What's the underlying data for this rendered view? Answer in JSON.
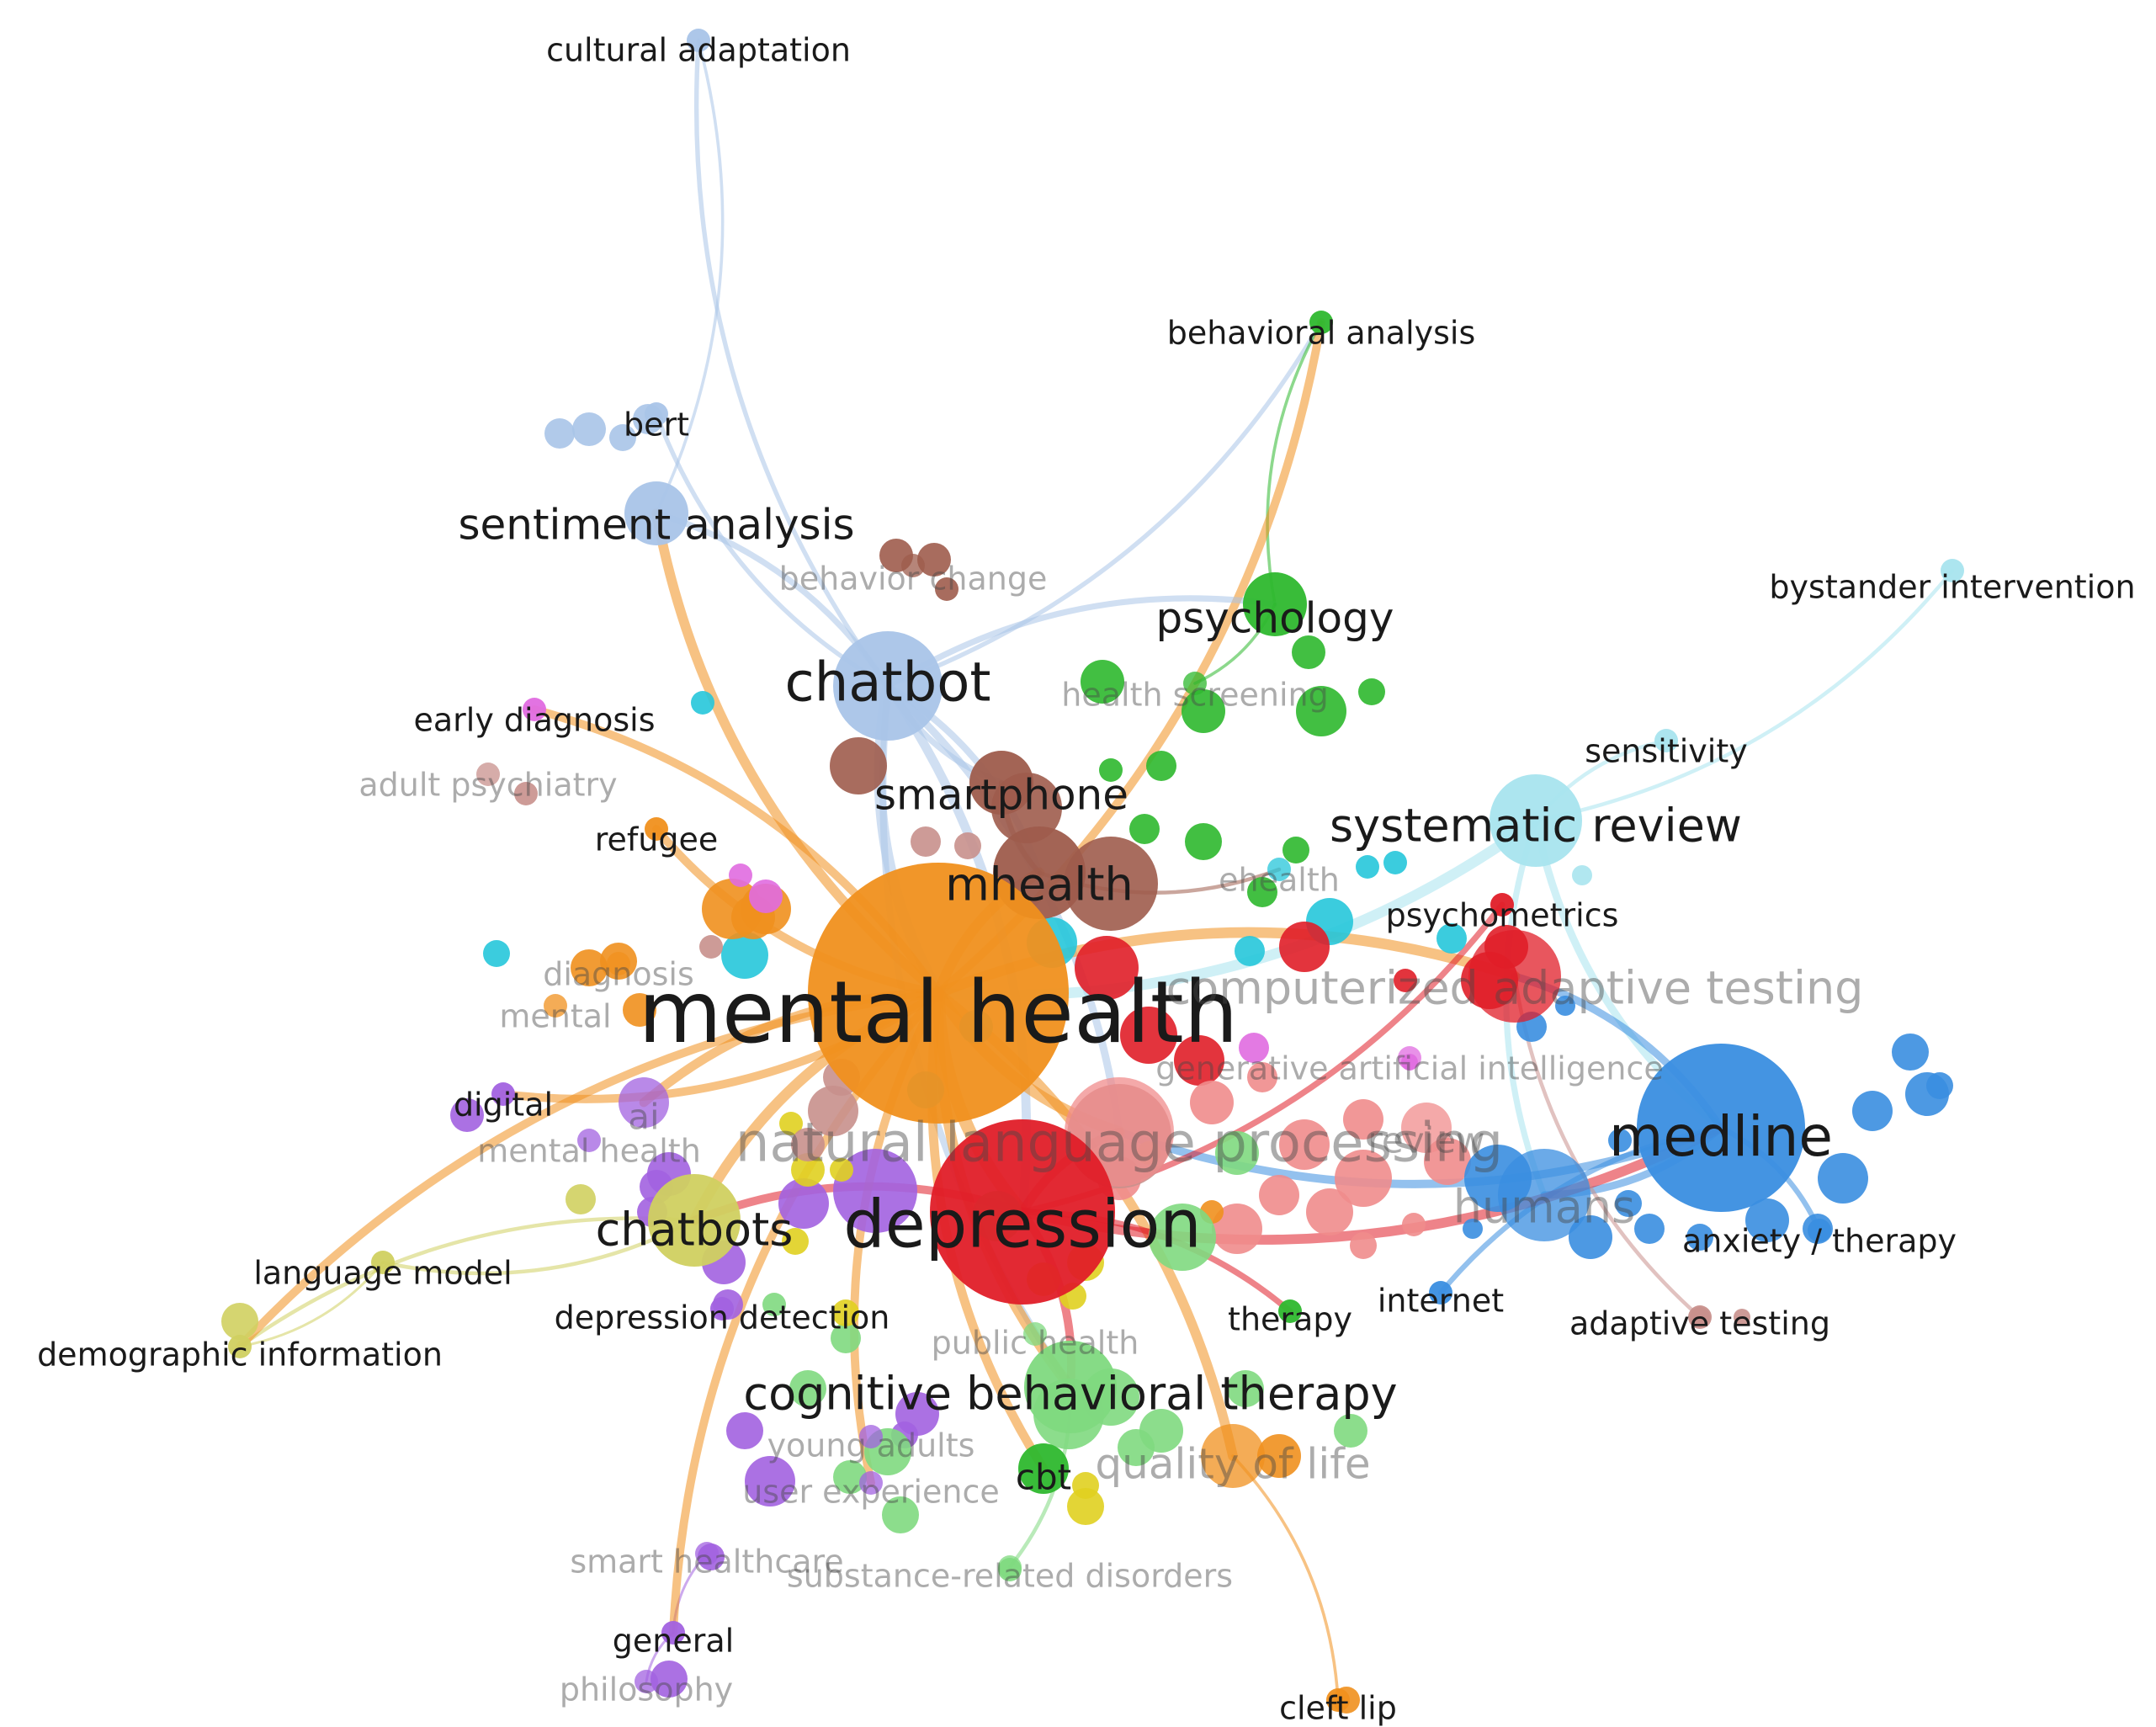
{
  "clusters": {
    "light-blue": "#a9c4e8",
    "green": "#2eb82e",
    "light-green": "#7fd97f",
    "brown": "#9e5c4c",
    "orange": "#f0901e",
    "red": "#e01e28",
    "pink": "#f08c8c",
    "cyan": "#26c6da",
    "light-cyan": "#a8e4ee",
    "blue": "#3a8ee0",
    "purple": "#a262e0",
    "yellow-green": "#d0d060",
    "yellow": "#e0d020",
    "magenta": "#e06ce0",
    "rose": "#c8908c"
  },
  "terms": [
    {
      "id": "cultural-adaptation",
      "label": "cultural adaptation",
      "cluster": "light-blue",
      "weight": 1,
      "faded": false
    },
    {
      "id": "behavioral-analysis",
      "label": "behavioral analysis",
      "cluster": "green",
      "weight": 1,
      "faded": false
    },
    {
      "id": "bert",
      "label": "bert",
      "cluster": "light-blue",
      "weight": 1,
      "faded": false
    },
    {
      "id": "sentiment-analysis",
      "label": "sentiment analysis",
      "cluster": "light-blue",
      "weight": 3,
      "faded": false
    },
    {
      "id": "behavior-change",
      "label": "behavior change",
      "cluster": "brown",
      "weight": 1,
      "faded": true
    },
    {
      "id": "psychology",
      "label": "psychology",
      "cluster": "green",
      "weight": 3,
      "faded": false
    },
    {
      "id": "bystander-intervention",
      "label": "bystander intervention",
      "cluster": "light-cyan",
      "weight": 1,
      "faded": false
    },
    {
      "id": "chatbot",
      "label": "chatbot",
      "cluster": "light-blue",
      "weight": 5,
      "faded": false
    },
    {
      "id": "health-screening",
      "label": "health screening",
      "cluster": "green",
      "weight": 1,
      "faded": true
    },
    {
      "id": "early-diagnosis",
      "label": "early diagnosis",
      "cluster": "magenta",
      "weight": 1,
      "faded": false
    },
    {
      "id": "sensitivity",
      "label": "sensitivity",
      "cluster": "light-cyan",
      "weight": 1,
      "faded": false
    },
    {
      "id": "adult-psychiatry",
      "label": "adult psychiatry",
      "cluster": "rose",
      "weight": 1,
      "faded": true
    },
    {
      "id": "smartphone",
      "label": "smartphone",
      "cluster": "brown",
      "weight": 3,
      "faded": false
    },
    {
      "id": "systematic-review",
      "label": "systematic review",
      "cluster": "light-cyan",
      "weight": 4,
      "faded": false
    },
    {
      "id": "refugee",
      "label": "refugee",
      "cluster": "orange",
      "weight": 1,
      "faded": false
    },
    {
      "id": "mhealth",
      "label": "mhealth",
      "cluster": "brown",
      "weight": 4,
      "faded": false
    },
    {
      "id": "ehealth",
      "label": "ehealth",
      "cluster": "cyan",
      "weight": 1,
      "faded": true
    },
    {
      "id": "psychometrics",
      "label": "psychometrics",
      "cluster": "red",
      "weight": 1,
      "faded": false
    },
    {
      "id": "diagnosis",
      "label": "diagnosis",
      "cluster": "orange",
      "weight": 1,
      "faded": true
    },
    {
      "id": "mental-health",
      "label": "mental health",
      "cluster": "orange",
      "weight": 10,
      "faded": false
    },
    {
      "id": "computerized-adaptive-testing",
      "label": "computerized adaptive testing",
      "cluster": "red",
      "weight": 4,
      "faded": true
    },
    {
      "id": "mental",
      "label": "mental",
      "cluster": "orange",
      "weight": 1,
      "faded": true
    },
    {
      "id": "generative-ai",
      "label": "generative artificial intelligence",
      "cluster": "magenta",
      "weight": 1,
      "faded": true
    },
    {
      "id": "digital",
      "label": "digital",
      "cluster": "purple",
      "weight": 1,
      "faded": false
    },
    {
      "id": "ai",
      "label": "ai",
      "cluster": "purple",
      "weight": 2,
      "faded": true
    },
    {
      "id": "medline",
      "label": "medline",
      "cluster": "blue",
      "weight": 6,
      "faded": false
    },
    {
      "id": "natural-language-processing",
      "label": "natural language processing",
      "cluster": "pink",
      "weight": 5,
      "faded": true
    },
    {
      "id": "mental-health-lc",
      "label": "mental health",
      "cluster": "purple",
      "weight": 1,
      "faded": true
    },
    {
      "id": "review",
      "label": "review",
      "cluster": "pink",
      "weight": 2,
      "faded": true
    },
    {
      "id": "humans",
      "label": "humans",
      "cluster": "blue",
      "weight": 4,
      "faded": true
    },
    {
      "id": "chatbots",
      "label": "chatbots",
      "cluster": "yellow-green",
      "weight": 4,
      "faded": false
    },
    {
      "id": "depression",
      "label": "depression",
      "cluster": "red",
      "weight": 7,
      "faded": false
    },
    {
      "id": "anxiety-therapy",
      "label": "anxiety / therapy",
      "cluster": "blue",
      "weight": 1,
      "faded": false
    },
    {
      "id": "language-model",
      "label": "language model",
      "cluster": "yellow-green",
      "weight": 1,
      "faded": false
    },
    {
      "id": "internet",
      "label": "internet",
      "cluster": "blue",
      "weight": 1,
      "faded": false
    },
    {
      "id": "therapy",
      "label": "therapy",
      "cluster": "green",
      "weight": 1,
      "faded": false
    },
    {
      "id": "demographic-information",
      "label": "demographic information",
      "cluster": "yellow-green",
      "weight": 1,
      "faded": false
    },
    {
      "id": "depression-detection",
      "label": "depression detection",
      "cluster": "purple",
      "weight": 1,
      "faded": false
    },
    {
      "id": "adaptive-testing",
      "label": "adaptive testing",
      "cluster": "rose",
      "weight": 1,
      "faded": false
    },
    {
      "id": "public-health",
      "label": "public health",
      "cluster": "light-green",
      "weight": 1,
      "faded": true
    },
    {
      "id": "cognitive-behavioral-therapy",
      "label": "cognitive behavioral therapy",
      "cluster": "light-green",
      "weight": 4,
      "faded": false
    },
    {
      "id": "young-adults",
      "label": "young adults",
      "cluster": "purple",
      "weight": 1,
      "faded": true
    },
    {
      "id": "cbt",
      "label": "cbt",
      "cluster": "green",
      "weight": 2,
      "faded": false
    },
    {
      "id": "quality-of-life",
      "label": "quality of life",
      "cluster": "orange",
      "weight": 3,
      "faded": true
    },
    {
      "id": "user-experience",
      "label": "user experience",
      "cluster": "purple",
      "weight": 1,
      "faded": true
    },
    {
      "id": "smart-healthcare",
      "label": "smart healthcare",
      "cluster": "purple",
      "weight": 1,
      "faded": true
    },
    {
      "id": "substance-related-disorders",
      "label": "substance-related disorders",
      "cluster": "light-green",
      "weight": 1,
      "faded": true
    },
    {
      "id": "general",
      "label": "general",
      "cluster": "purple",
      "weight": 1,
      "faded": false
    },
    {
      "id": "philosophy",
      "label": "philosophy",
      "cluster": "purple",
      "weight": 1,
      "faded": true
    },
    {
      "id": "cleft-lip",
      "label": "cleft lip",
      "cluster": "orange",
      "weight": 1,
      "faded": false
    }
  ],
  "links": [
    [
      "chatbot",
      "cultural-adaptation"
    ],
    [
      "sentiment-analysis",
      "cultural-adaptation"
    ],
    [
      "chatbot",
      "bert"
    ],
    [
      "chatbot",
      "sentiment-analysis"
    ],
    [
      "mental-health",
      "sentiment-analysis"
    ],
    [
      "chatbot",
      "behavioral-analysis"
    ],
    [
      "psychology",
      "behavioral-analysis"
    ],
    [
      "mental-health",
      "behavioral-analysis"
    ],
    [
      "chatbot",
      "psychology"
    ],
    [
      "chatbot",
      "mental-health"
    ],
    [
      "chatbot",
      "depression"
    ],
    [
      "chatbot",
      "smartphone"
    ],
    [
      "chatbot",
      "mhealth"
    ],
    [
      "chatbot",
      "cognitive-behavioral-therapy"
    ],
    [
      "chatbot",
      "natural-language-processing"
    ],
    [
      "systematic-review",
      "bystander-intervention"
    ],
    [
      "systematic-review",
      "sensitivity"
    ],
    [
      "systematic-review",
      "medline"
    ],
    [
      "systematic-review",
      "mental-health"
    ],
    [
      "systematic-review",
      "humans"
    ],
    [
      "medline",
      "humans"
    ],
    [
      "medline",
      "computerized-adaptive-testing"
    ],
    [
      "medline",
      "anxiety-therapy"
    ],
    [
      "medline",
      "internet"
    ],
    [
      "medline",
      "natural-language-processing"
    ],
    [
      "mental-health",
      "depression"
    ],
    [
      "mental-health",
      "mhealth"
    ],
    [
      "mental-health",
      "natural-language-processing"
    ],
    [
      "mental-health",
      "computerized-adaptive-testing"
    ],
    [
      "mental-health",
      "chatbots"
    ],
    [
      "mental-health",
      "digital"
    ],
    [
      "mental-health",
      "ai"
    ],
    [
      "mental-health",
      "refugee"
    ],
    [
      "mental-health",
      "cognitive-behavioral-therapy"
    ],
    [
      "mental-health",
      "quality-of-life"
    ],
    [
      "mental-health",
      "cbt"
    ],
    [
      "depression",
      "cognitive-behavioral-therapy"
    ],
    [
      "depression",
      "psychometrics"
    ],
    [
      "depression",
      "therapy"
    ],
    [
      "depression",
      "chatbots"
    ],
    [
      "depression",
      "natural-language-processing"
    ],
    [
      "depression",
      "medline"
    ],
    [
      "chatbots",
      "language-model"
    ],
    [
      "chatbots",
      "demographic-information"
    ],
    [
      "language-model",
      "demographic-information"
    ],
    [
      "mental-health",
      "demographic-information"
    ],
    [
      "quality-of-life",
      "cleft-lip"
    ],
    [
      "general",
      "philosophy"
    ],
    [
      "general",
      "smart-healthcare"
    ],
    [
      "mental-health",
      "general"
    ],
    [
      "cognitive-behavioral-therapy",
      "substance-related-disorders"
    ],
    [
      "mental-health",
      "user-experience"
    ],
    [
      "adaptive-testing",
      "computerized-adaptive-testing"
    ],
    [
      "mental-health",
      "early-diagnosis"
    ],
    [
      "mhealth",
      "smartphone"
    ],
    [
      "mhealth",
      "ehealth"
    ],
    [
      "psychology",
      "health-screening"
    ]
  ]
}
